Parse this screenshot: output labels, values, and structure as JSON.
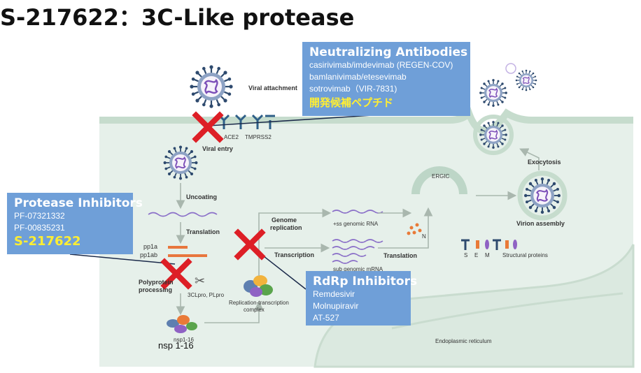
{
  "title": "S-217622：3C-Like protease",
  "diagram": {
    "viral_attachment": "Viral attachment",
    "viral_entry": "Viral entry",
    "ace2": "ACE2",
    "tmprss2": "TMPRSS2",
    "uncoating": "Uncoating",
    "translation": "Translation",
    "pp1a": "pp1a",
    "pp1ab": "pp1ab",
    "polyprotein_processing": [
      "Polyprotein",
      "processing"
    ],
    "protease_label": "3CLpro, PLpro",
    "nsp_small": "nsp1-16",
    "nsp_large": "nsp 1-16",
    "replication_complex": [
      "Replication-transcription",
      "complex"
    ],
    "genome_replication": [
      "Genome",
      "replication"
    ],
    "ss_genomic_rna": "+ss genomic RNA",
    "transcription": "Transcription",
    "sub_genomic_mrna": "sub genomic mRNA",
    "translation2": "Translation",
    "n_label": "N",
    "ergic": "ERGIC",
    "sem": [
      "S",
      "E",
      "M"
    ],
    "structural_proteins": "Structural proteins",
    "virion_assembly": "Virion assembly",
    "exocytosis": "Exocytosis",
    "endoplasmic_reticulum": "Endoplasmic reticulum"
  },
  "neutralizing_box": {
    "heading": "Neutralizing Antibodies",
    "lines": [
      "casirivimab/imdevimab (REGEN-COV)",
      "bamlanivimab/etesevimab",
      "sotrovimab（VIR-7831)"
    ],
    "highlight": "開発候補ペプチド"
  },
  "protease_box": {
    "heading": "Protease Inhibitors",
    "lines": [
      "PF-07321332",
      "PF-00835231"
    ],
    "highlight": "S-217622"
  },
  "rdrp_box": {
    "heading": "RdRp Inhibitors",
    "lines": [
      "Remdesivir",
      "Molnupiravir",
      "AT-527"
    ]
  },
  "colors": {
    "box_bg": "#6f9fd8",
    "highlight": "#ffee33",
    "cell": "#e6f0ea",
    "membrane": "#c6dccd",
    "cross": "#dd1f26",
    "virus": "#7d94b8",
    "rna": "#8a6fc8"
  }
}
